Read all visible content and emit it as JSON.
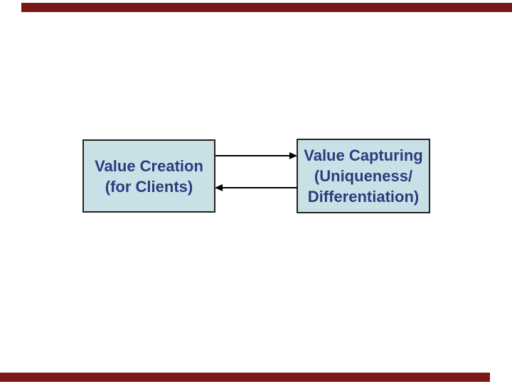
{
  "slide": {
    "background": "#ffffff",
    "decor": {
      "bar_color": "#7a1818"
    }
  },
  "diagram": {
    "box_fill": "#c9e1e6",
    "box_border": "#222222",
    "text_color": "#2e3a7e",
    "arrow_color": "#000000",
    "left_box": {
      "lines": [
        "Value Creation",
        "(for Clients)"
      ]
    },
    "right_box": {
      "lines": [
        "Value Capturing",
        "(Uniqueness/",
        "Differentiation)"
      ]
    },
    "arrows": [
      {
        "name": "creation-to-capturing",
        "direction": "right"
      },
      {
        "name": "capturing-to-creation",
        "direction": "left"
      }
    ]
  }
}
